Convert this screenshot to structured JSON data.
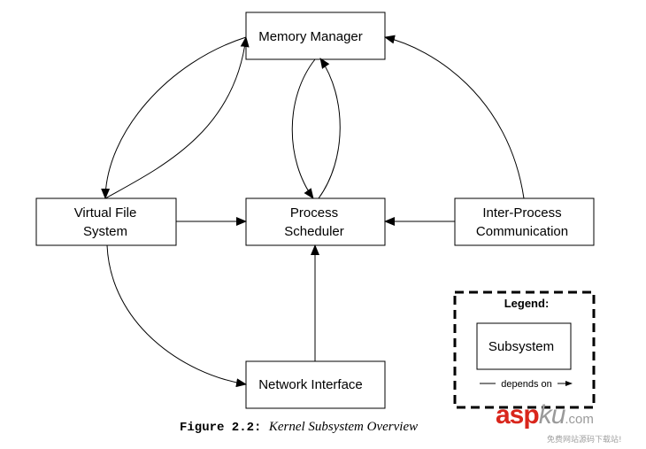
{
  "nodes": {
    "memory_manager": "Memory Manager",
    "vfs_line1": "Virtual File",
    "vfs_line2": "System",
    "scheduler_line1": "Process",
    "scheduler_line2": "Scheduler",
    "ipc_line1": "Inter-Process",
    "ipc_line2": "Communication",
    "network": "Network Interface"
  },
  "legend": {
    "title": "Legend:",
    "subsystem": "Subsystem",
    "depends_on": "depends on"
  },
  "caption": {
    "label": "Figure 2.2:",
    "title": "Kernel Subsystem Overview"
  },
  "watermark": {
    "brand": "asp",
    "brand_ku": "ku",
    "domain": ".com",
    "subtitle": "免费网站源码下载站!",
    "color": "#d9261c"
  },
  "colors": {
    "line": "#000000",
    "box_fill": "#ffffff"
  }
}
